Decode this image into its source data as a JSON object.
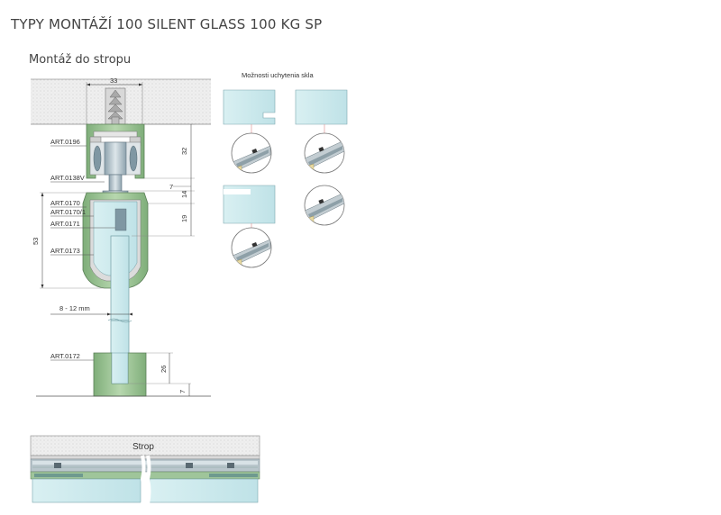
{
  "header": {
    "title": "TYPY MONTÁŽÍ 100 SILENT GLASS 100 KG SP",
    "subtitle": "Montáž do stropu"
  },
  "diagram": {
    "parts": {
      "art0196": "ART.0196",
      "art0138v": "ART.0138V",
      "art0170": "ART.0170",
      "art0170_1": "ART.0170/1",
      "art0171": "ART.0171",
      "art0173": "ART.0173",
      "art0172": "ART.0172"
    },
    "dimensions": {
      "width_top": "33",
      "h32": "32",
      "h7a": "7",
      "h14": "14",
      "h19": "19",
      "h53": "53",
      "glass": "8 - 12 mm",
      "h26": "26",
      "h7b": "7"
    },
    "options_title": "Možnosti uchytenia skla",
    "ceiling_label": "Strop"
  },
  "colors": {
    "glass": "#c9e8ec",
    "profile_green": "#9fc59a",
    "hatch": "#e8e8e8",
    "metal": "#b9c7cf"
  }
}
